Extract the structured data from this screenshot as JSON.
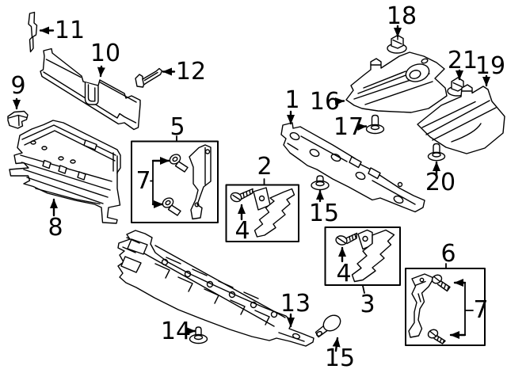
{
  "diagram": {
    "background": "#ffffff",
    "line_color": "#000000"
  },
  "callouts": [
    {
      "label": "11"
    },
    {
      "label": "10"
    },
    {
      "label": "12"
    },
    {
      "label": "9"
    },
    {
      "label": "8"
    },
    {
      "label": "5"
    },
    {
      "label": "7"
    },
    {
      "label": "2"
    },
    {
      "label": "4"
    },
    {
      "label": "1"
    },
    {
      "label": "16"
    },
    {
      "label": "17"
    },
    {
      "label": "18"
    },
    {
      "label": "21"
    },
    {
      "label": "19"
    },
    {
      "label": "20"
    },
    {
      "label": "15"
    },
    {
      "label": "3"
    },
    {
      "label": "4"
    },
    {
      "label": "6"
    },
    {
      "label": "7"
    },
    {
      "label": "13"
    },
    {
      "label": "14"
    },
    {
      "label": "15"
    }
  ]
}
